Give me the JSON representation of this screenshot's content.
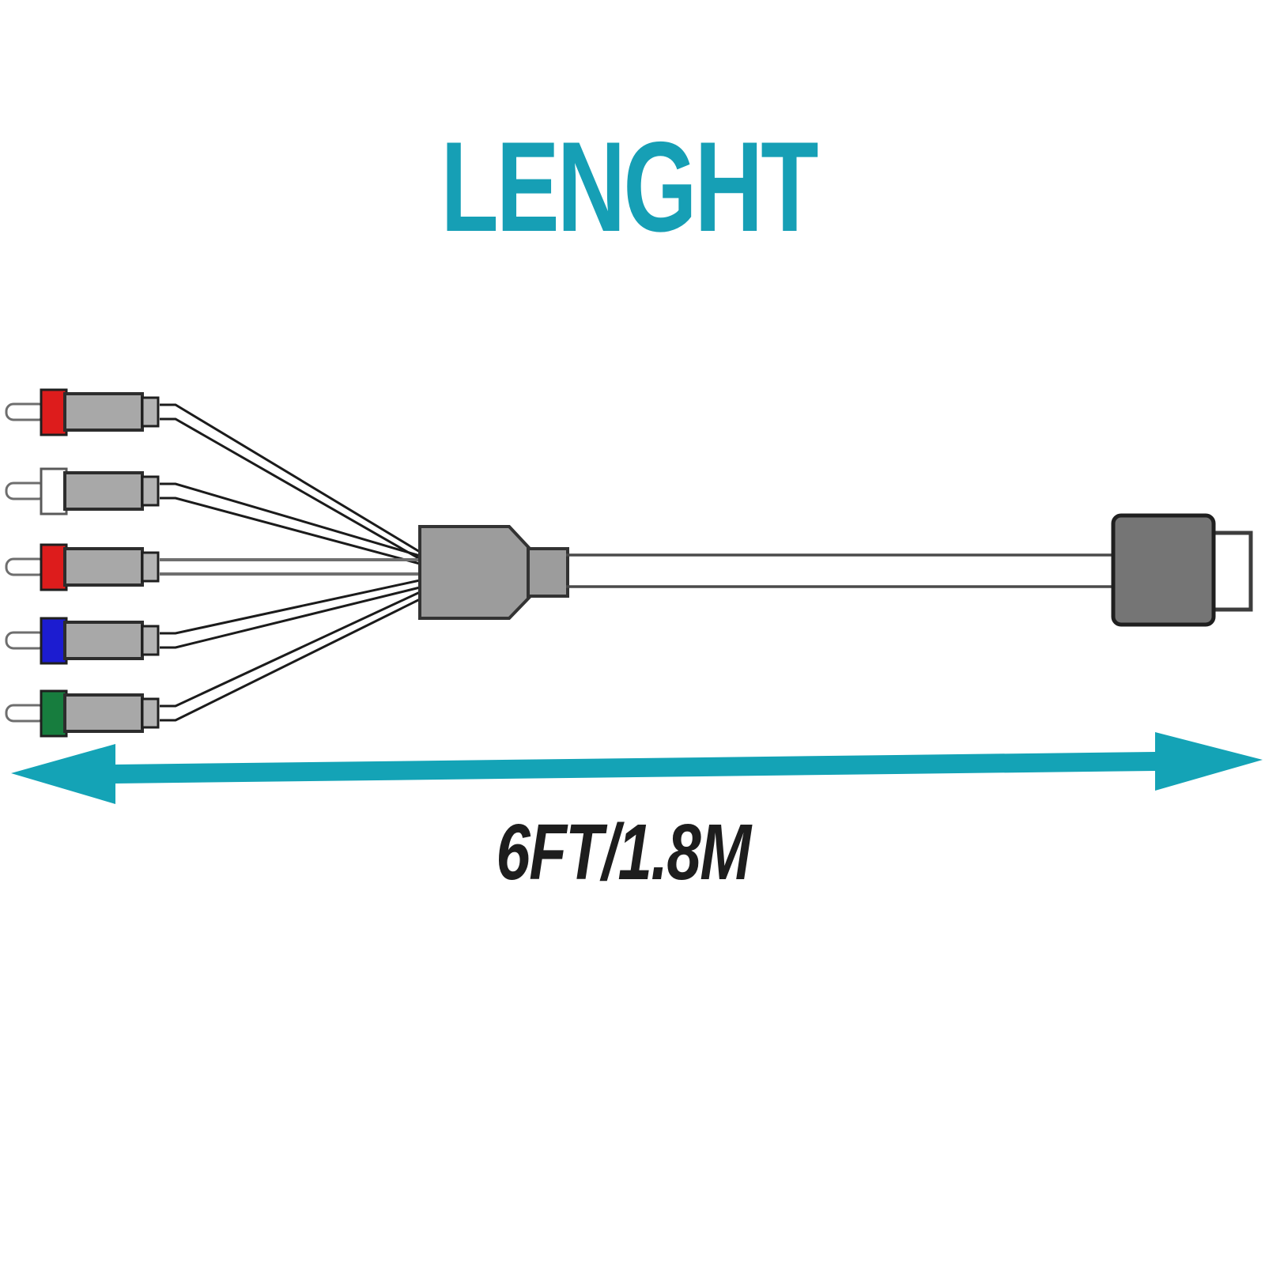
{
  "title": "LENGHT",
  "length_label": "6FT/1.8M",
  "colors": {
    "title_teal": "#169fb5",
    "arrow_teal": "#14a3b6",
    "text_dark": "#1d1d1d",
    "connector_gray": "#a8a8a8",
    "pin_white": "#ffffff",
    "junction_gray": "#9c9c9c",
    "plug_gray": "#757575"
  },
  "bands": [
    "#dd1c1c",
    "#ffffff",
    "#dd1c1c",
    "#1c1cd0",
    "#177d3e"
  ],
  "band_names": [
    "red",
    "white",
    "red",
    "blue",
    "green"
  ]
}
